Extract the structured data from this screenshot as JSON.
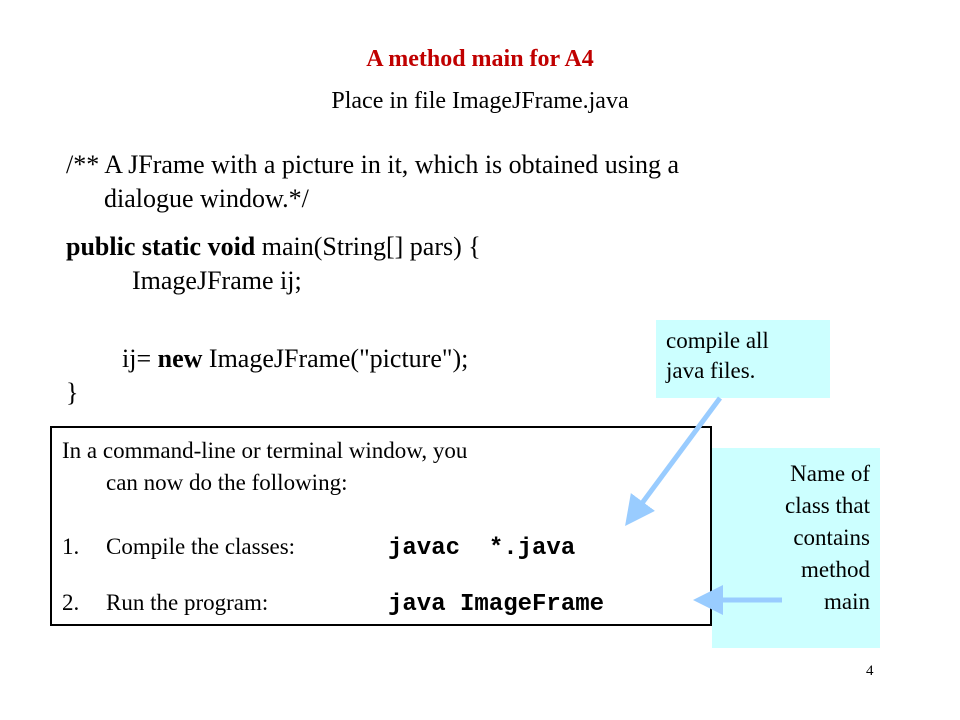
{
  "title": "A method main for A4",
  "subtitle": "Place in file ImageJFrame.java",
  "code": {
    "comment_line1": "/** A JFrame with a picture in it, which is obtained using a",
    "comment_line2": "dialogue window.*/",
    "sig_keyword": "public static void",
    "sig_rest": " main(String[] pars) {",
    "decl": "ImageJFrame ij;",
    "assign_prefix": "ij= ",
    "assign_keyword": "new",
    "assign_rest": " ImageJFrame(\"picture\");",
    "close_brace": "}"
  },
  "callout_compile": {
    "line1": "compile all",
    "line2": "java files."
  },
  "callout_class": {
    "lines": [
      "Name of",
      "class that",
      "contains",
      "method",
      "main"
    ]
  },
  "command_box": {
    "intro_line1": "In a command-line or terminal window, you",
    "intro_line2": "can now do the following:",
    "steps": [
      {
        "num": "1.",
        "label": "Compile the classes:",
        "command": "javac  *.java"
      },
      {
        "num": "2.",
        "label": "Run the program:",
        "command": "java ImageFrame"
      }
    ]
  },
  "page_number": "4",
  "colors": {
    "title": "#c00000",
    "callout_bg": "#ccffff",
    "arrow": "#99ccff"
  }
}
